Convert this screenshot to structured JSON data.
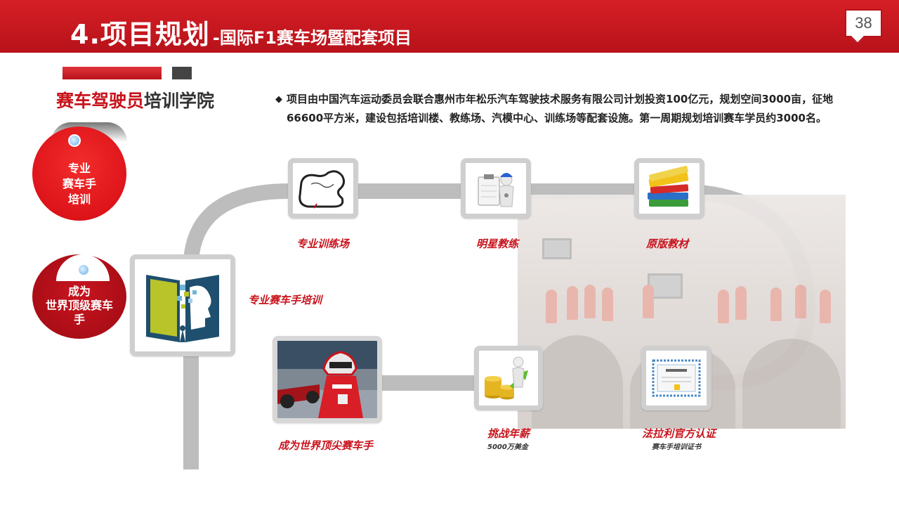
{
  "header": {
    "title_main": "4.项目规划",
    "title_sub": "-国际F1赛车场暨配套项目",
    "page_number": "38"
  },
  "section": {
    "title_red": "赛车驾驶员",
    "title_dark": "培训学院"
  },
  "description": {
    "bullet": "◆",
    "text": "项目由中国汽车运动委员会联合惠州市年松乐汽车驾驶技术服务有限公司计划投资100亿元，规划空间3000亩，征地66600平方米，建设包括培训楼、教练场、汽模中心、训练场等配套设施。第一周期规划培训赛车学员约3000名。"
  },
  "circles": {
    "pro": {
      "line1": "专业",
      "line2": "赛车手",
      "line3": "培训"
    },
    "top": {
      "line1": "成为",
      "line2": "世界顶级赛车",
      "line3": "手"
    }
  },
  "nodes": {
    "pro_training": "专业赛车手培训",
    "track": "专业训练场",
    "coach": "明星教练",
    "textbook": "原版教材",
    "top_driver": "成为世界顶尖赛车手",
    "salary": "挑战年薪",
    "salary_sub": "5000万美金",
    "ferrari": "法拉利官方认证",
    "ferrari_sub": "赛车手培训证书"
  },
  "colors": {
    "brand_red": "#c8131c",
    "track_grey": "#bdbdbd"
  },
  "icons": [
    "race-track-icon",
    "coach-icon",
    "books-icon",
    "open-book-head-icon",
    "racer-photo",
    "coins-growth-icon",
    "certificate-icon"
  ]
}
